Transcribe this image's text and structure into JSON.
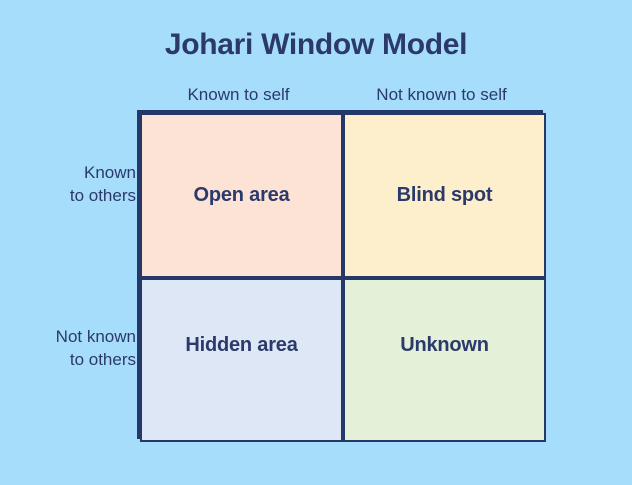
{
  "diagram": {
    "title": "Johari Window Model",
    "background_color": "#a5ddfb",
    "text_color": "#2b3a6b",
    "border_color": "#24386a",
    "column_headers": [
      {
        "label": "Known to self"
      },
      {
        "label": "Not known to self"
      }
    ],
    "row_headers": [
      {
        "line1": "Known",
        "line2": "to others"
      },
      {
        "line1": "Not known",
        "line2": "to others"
      }
    ],
    "quadrants": [
      {
        "label": "Open area",
        "color": "#fce3d6",
        "row": "Known to others",
        "column": "Known to self"
      },
      {
        "label": "Blind spot",
        "color": "#fdefcb",
        "row": "Known to others",
        "column": "Not known to self"
      },
      {
        "label": "Hidden area",
        "color": "#dde7f5",
        "row": "Not known to others",
        "column": "Known to self"
      },
      {
        "label": "Unknown",
        "color": "#e4f0d8",
        "row": "Not known to others",
        "column": "Not known to self"
      }
    ]
  }
}
